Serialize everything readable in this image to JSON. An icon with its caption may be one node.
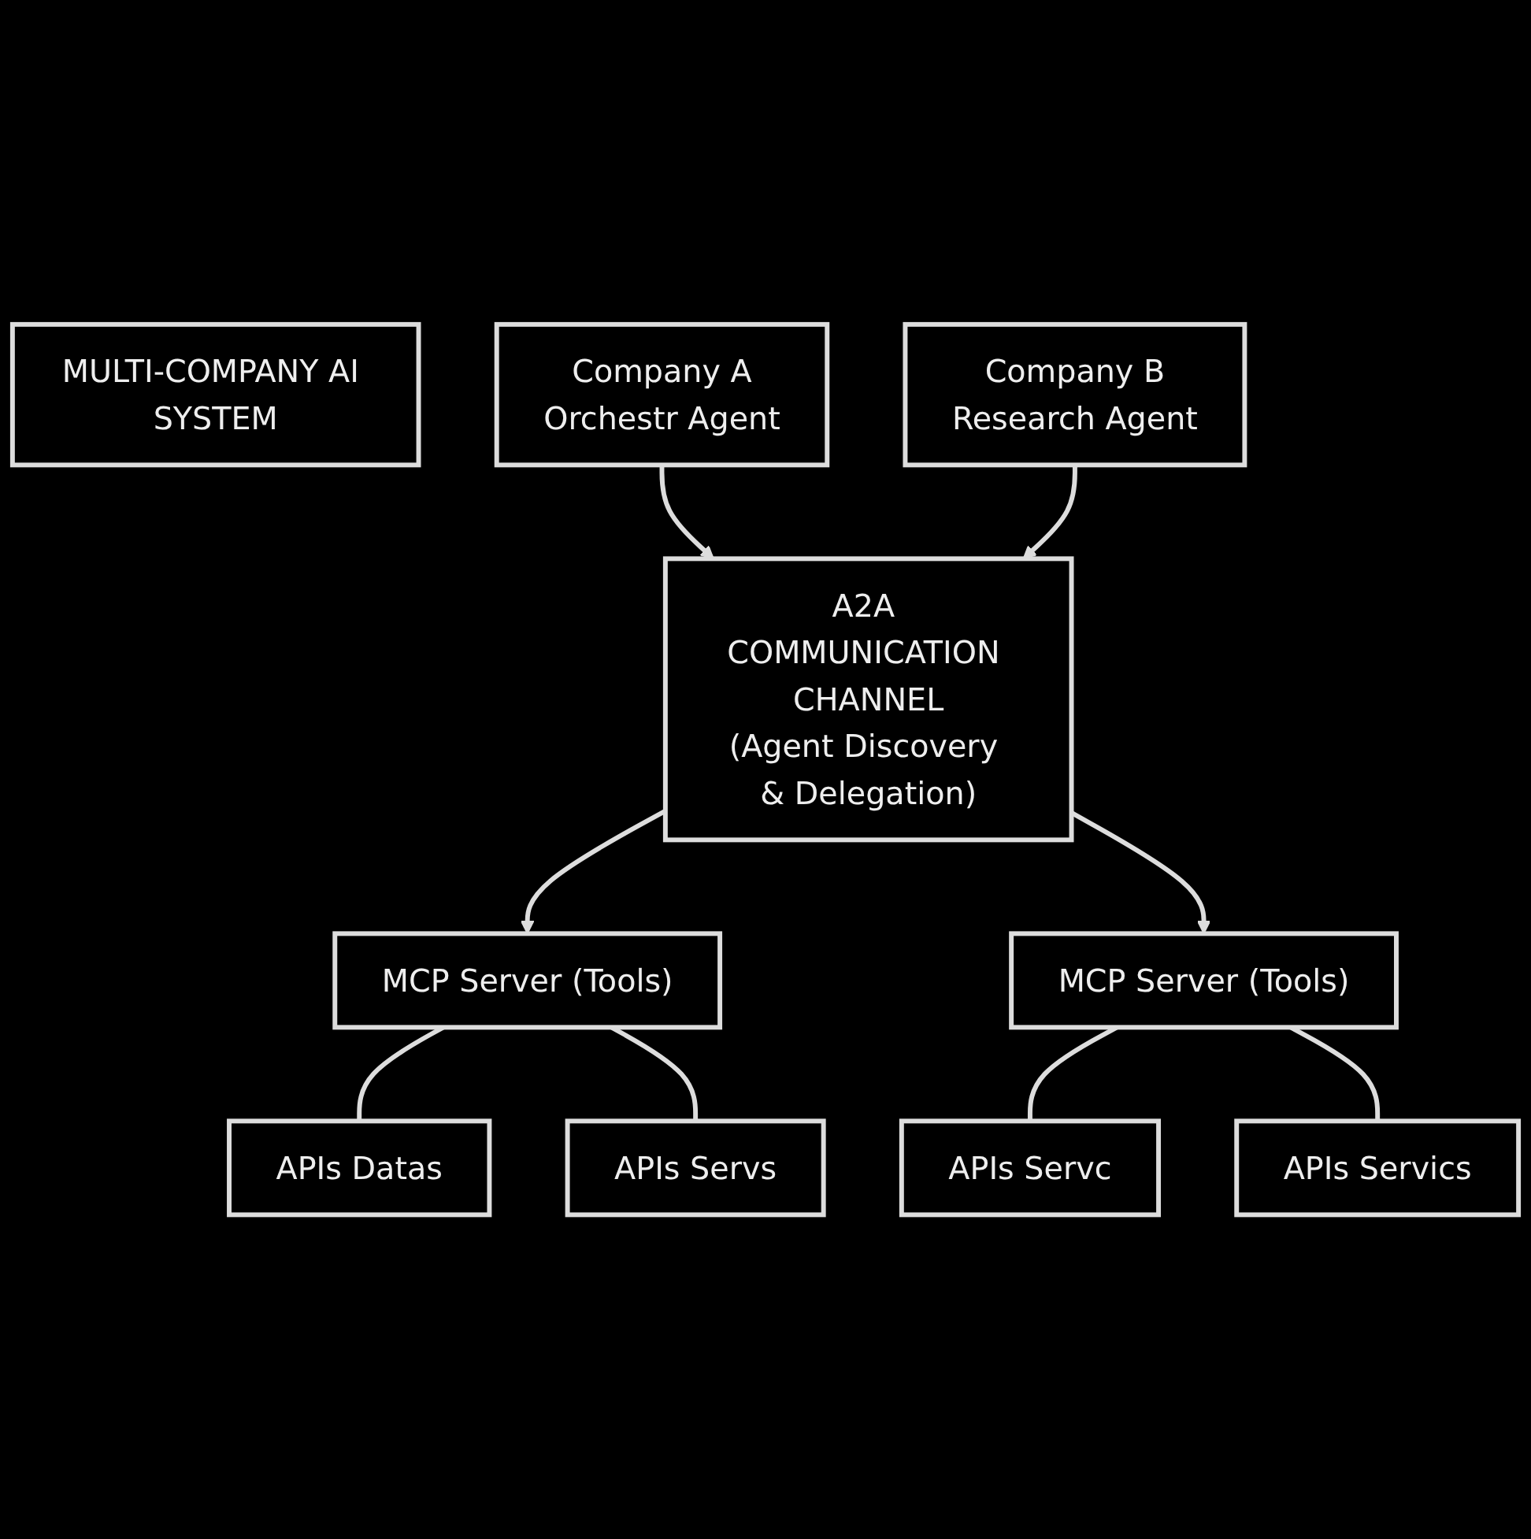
{
  "diagram": {
    "nodes": [
      {
        "text": [
          "MULTI-COMPANY AI SYSTEM"
        ]
      },
      {
        "text": [
          "Company A",
          "Orchestr Agent"
        ]
      },
      {
        "text": [
          "Company B",
          "Research Agent"
        ]
      },
      {
        "text": [
          "A2A COMMUNICATION CHANNEL",
          "(Agent Discovery & Delegation)"
        ]
      },
      {
        "text": [
          "MCP Server (Tools)"
        ]
      },
      {
        "text": [
          "MCP Server (Tools)"
        ]
      },
      {
        "text": [
          "APIs Datas"
        ]
      },
      {
        "text": [
          "APIs Servs"
        ]
      },
      {
        "text": [
          "APIs Servc"
        ]
      },
      {
        "text": [
          "APIs Servics"
        ]
      }
    ],
    "edges": [
      {
        "from": 1,
        "to": 3,
        "arrow": "to"
      },
      {
        "from": 2,
        "to": 3,
        "arrow": "to"
      },
      {
        "from": 3,
        "to": 4,
        "arrow": "to"
      },
      {
        "from": 3,
        "to": 5,
        "arrow": "to"
      },
      {
        "from": 4,
        "to": 6,
        "arrow": "none"
      },
      {
        "from": 4,
        "to": 7,
        "arrow": "none"
      },
      {
        "from": 5,
        "to": 8,
        "arrow": "none"
      },
      {
        "from": 5,
        "to": 9,
        "arrow": "none"
      }
    ]
  }
}
